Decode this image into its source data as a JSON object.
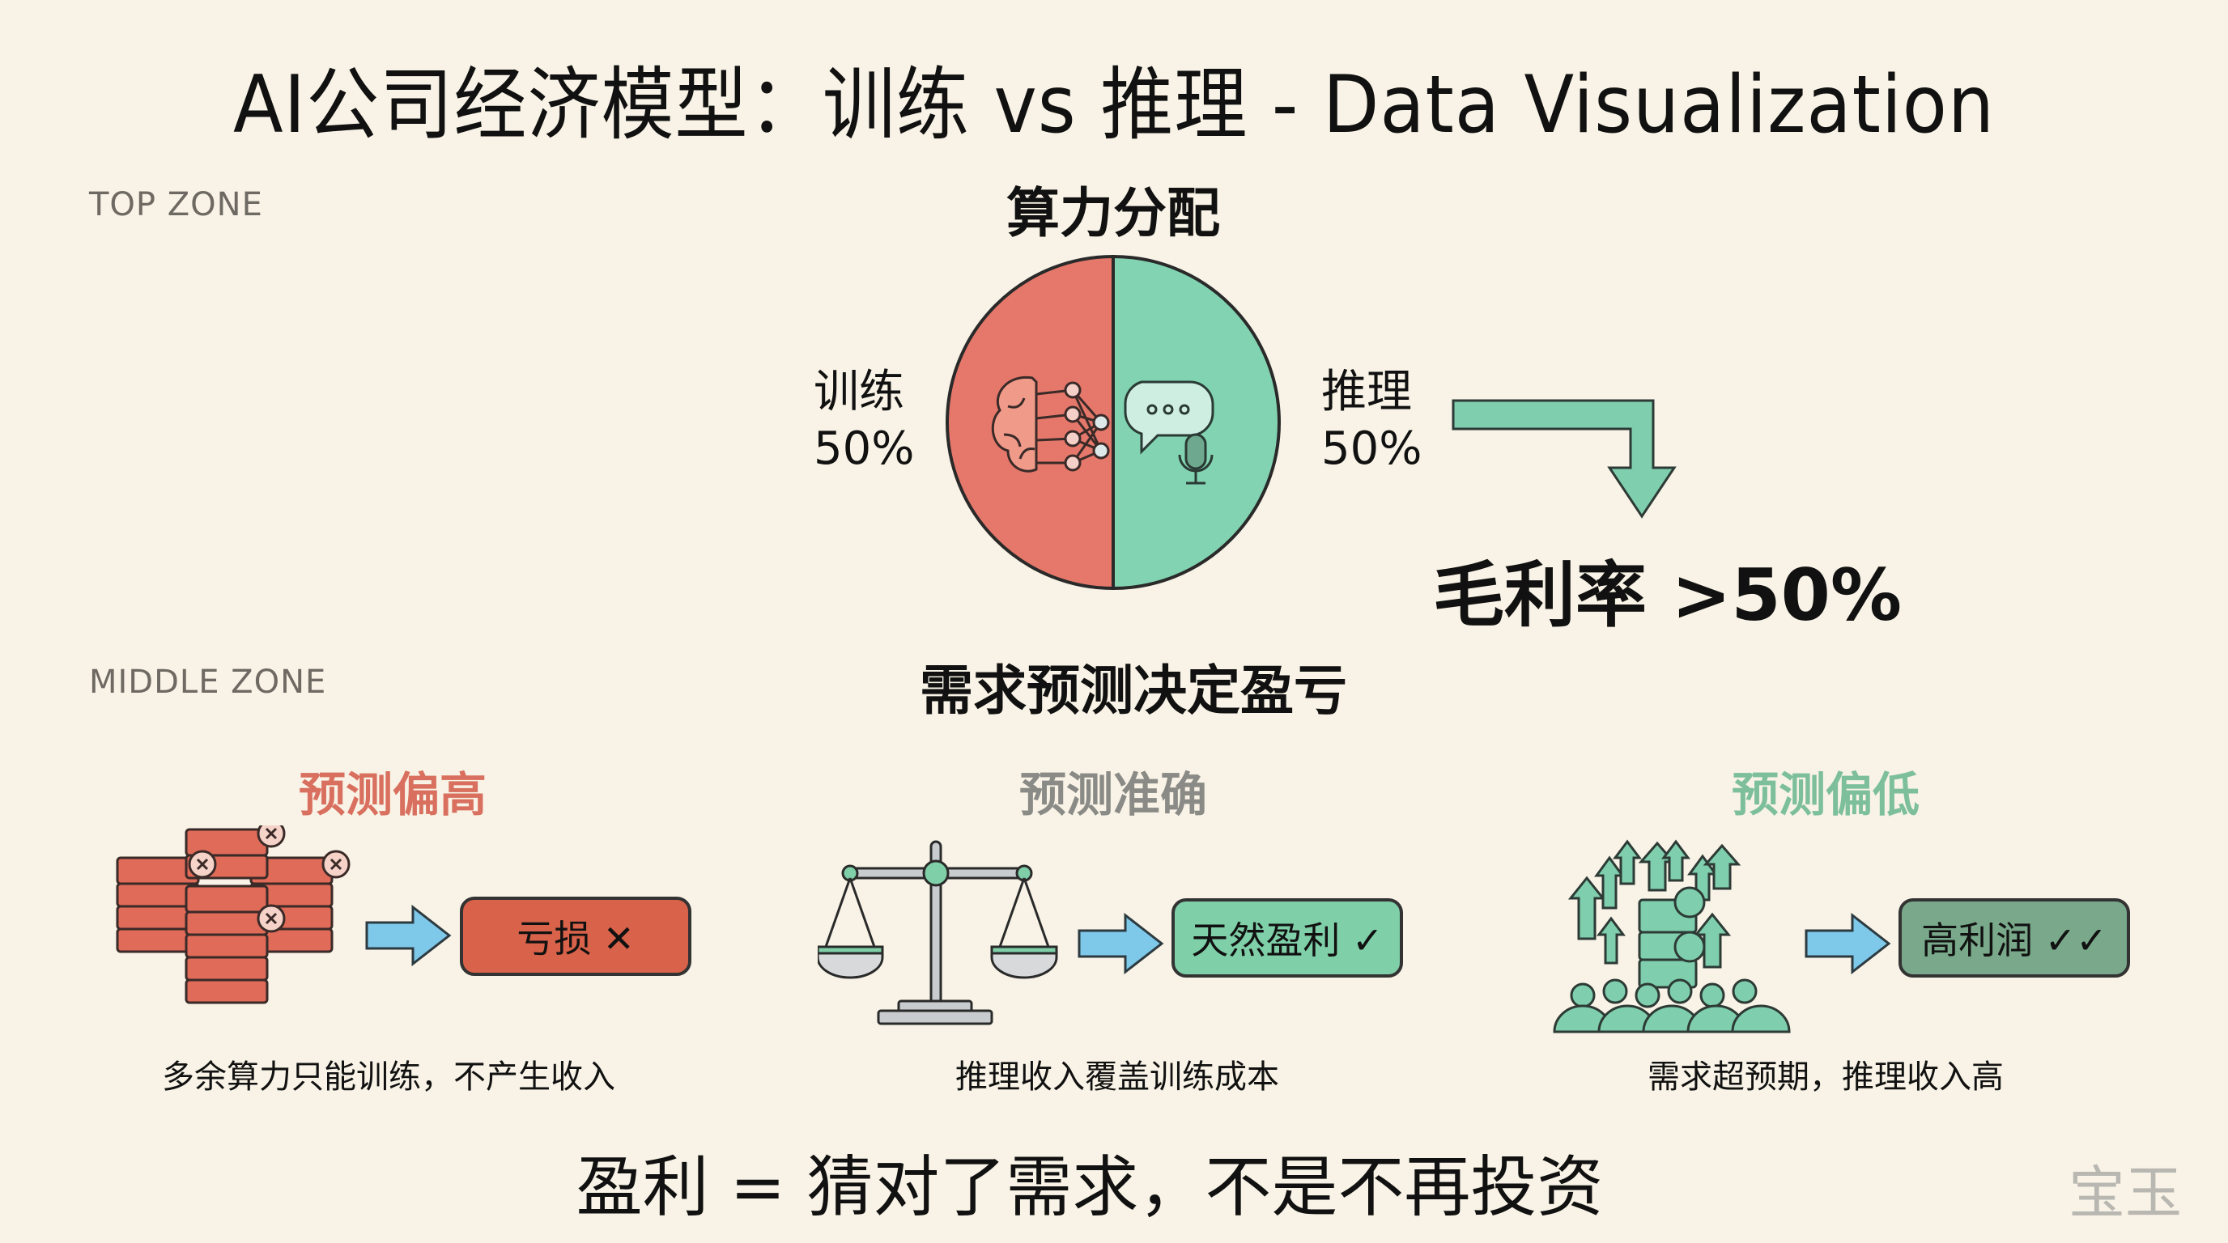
{
  "title": "AI公司经济模型：训练 vs 推理 - Data Visualization",
  "top_zone": {
    "label": "TOP ZONE",
    "section_title": "算力分配",
    "left_label": "训练",
    "left_value": "50%",
    "right_label": "推理",
    "right_value": "50%",
    "result_text": "毛利率 >50%",
    "icons": {
      "left": "brain-network-icon",
      "right": "chat-microphone-icon",
      "arrow": "elbow-arrow-down-icon"
    }
  },
  "middle_zone": {
    "label": "MIDDLE ZONE",
    "section_title": "需求预测决定盈亏",
    "cases": [
      {
        "title": "预测偏高",
        "title_color": "#d9705f",
        "icon": "servers-error-icon",
        "result": "亏损 ✕",
        "result_bg": "#d8624a",
        "caption": "多余算力只能训练，不产生收入"
      },
      {
        "title": "预测准确",
        "title_color": "#8a8a86",
        "icon": "balance-scale-icon",
        "result": "天然盈利 ✓",
        "result_bg": "#7fcfa8",
        "caption": "推理收入覆盖训练成本"
      },
      {
        "title": "预测偏低",
        "title_color": "#7dbf9a",
        "icon": "server-growth-crowd-icon",
        "result": "高利润 ✓✓",
        "result_bg": "#79a98a",
        "caption": "需求超预期，推理收入高"
      }
    ]
  },
  "bottom_text": "盈利 = 猜对了需求，不是不再投资",
  "watermark": "宝玉",
  "colors": {
    "training": "#e5786a",
    "inference": "#82d3b2",
    "arrow_blue": "#7ec8ea",
    "background": "#f8f3e6"
  },
  "chart_data": {
    "type": "pie",
    "title": "算力分配",
    "categories": [
      "训练",
      "推理"
    ],
    "values": [
      50,
      50
    ],
    "colors": [
      "#e5786a",
      "#82d3b2"
    ],
    "annotation": "毛利率 >50%"
  }
}
